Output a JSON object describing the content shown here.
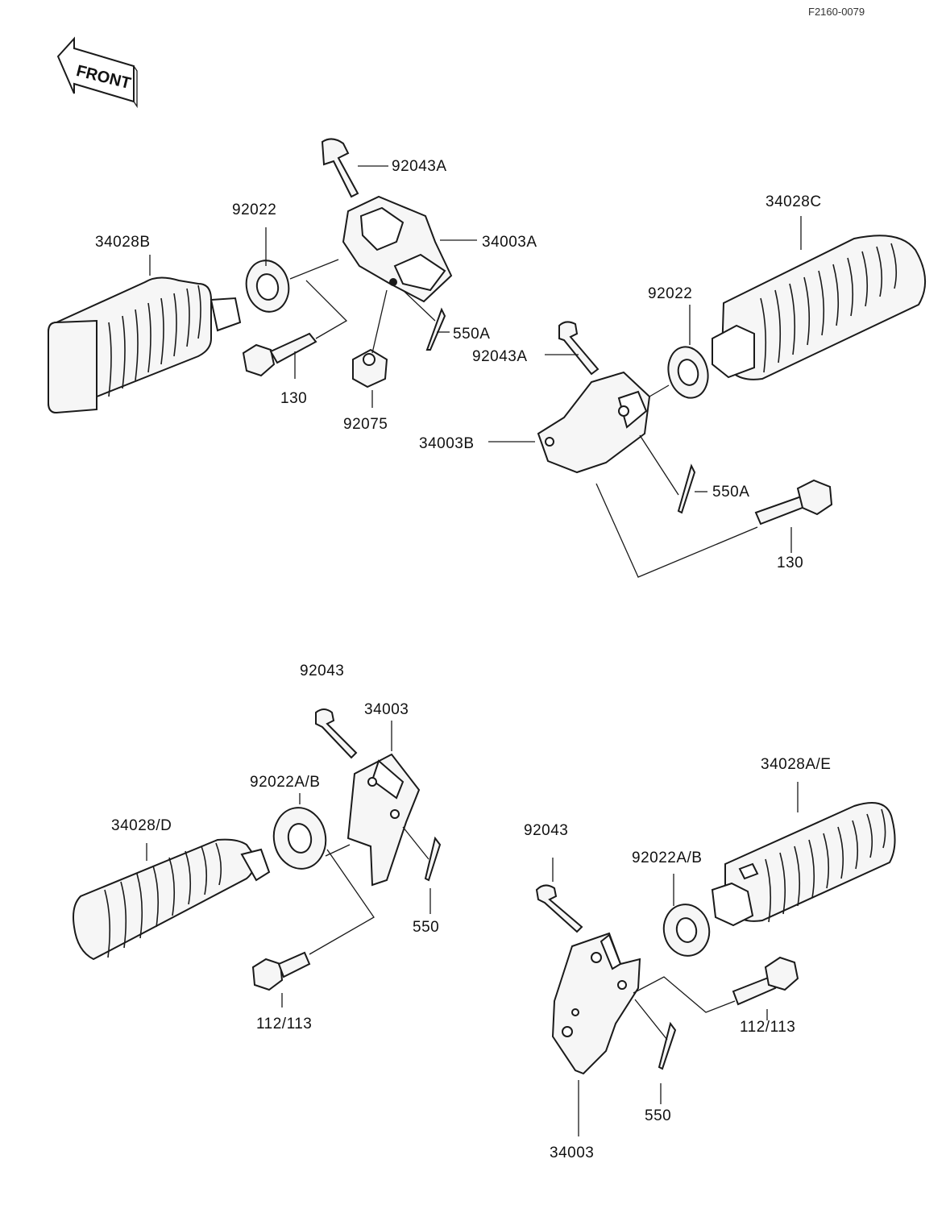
{
  "reference_code": "F2160-0079",
  "front_marker": "FRONT",
  "labels": {
    "top_pin_a": "92043A",
    "top_washer_left": "92022",
    "top_peg_left": "34028B",
    "top_bracket_a": "34003A",
    "top_cotter_a": "550A",
    "top_bolt_left": "130",
    "top_nut": "92075",
    "top_peg_right": "34028C",
    "top_washer_right": "92022",
    "top_pin_b": "92043A",
    "top_bracket_b": "34003B",
    "top_cotter_b": "550A",
    "top_bolt_right": "130",
    "bot_pin_left": "92043",
    "bot_bracket_left": "34003",
    "bot_washer_left": "92022A/B",
    "bot_peg_left": "34028/D",
    "bot_cotter_left": "550",
    "bot_bolt_left": "112/113",
    "bot_pin_right": "92043",
    "bot_peg_right": "34028A/E",
    "bot_washer_right": "92022A/B",
    "bot_bolt_right": "112/113",
    "bot_cotter_right": "550",
    "bot_bracket_right": "34003"
  }
}
